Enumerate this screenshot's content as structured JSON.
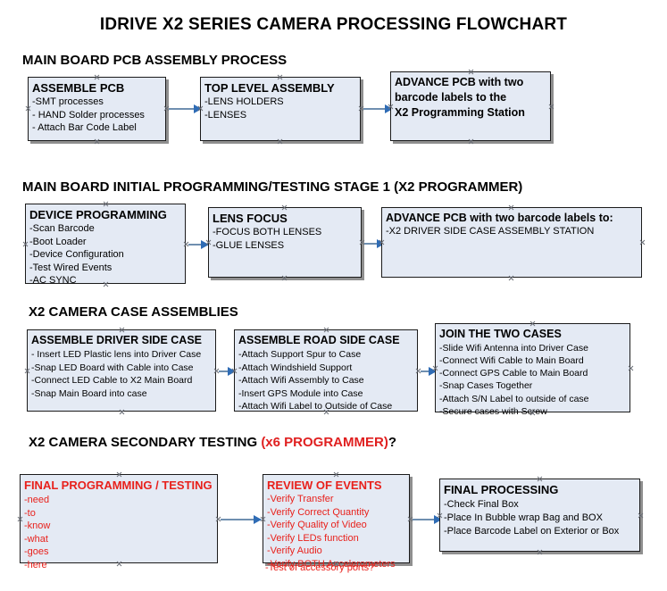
{
  "title": "IDRIVE X2  SERIES CAMERA PROCESSING FLOWCHART",
  "colors": {
    "box_fill": "#e4eaf4",
    "box_border": "#1b1b1b",
    "arrow": "#2f6cb5",
    "red_text": "#e8211c",
    "shadow": "#8f8f8f"
  },
  "sections": [
    {
      "heading": "MAIN BOARD PCB ASSEMBLY PROCESS",
      "heading_red": "",
      "heading_tail": "",
      "boxes": [
        {
          "title": "ASSEMBLE PCB",
          "lines": [
            "-SMT processes",
            "- HAND Solder processes",
            "- Attach Bar Code Label"
          ]
        },
        {
          "title": "TOP LEVEL ASSEMBLY",
          "lines": [
            "-LENS HOLDERS",
            "-LENSES"
          ]
        },
        {
          "title": "ADVANCE PCB with two",
          "lines": [
            "barcode labels to the",
            " X2 Programming Station"
          ]
        }
      ]
    },
    {
      "heading": "MAIN BOARD INITIAL PROGRAMMING/TESTING STAGE 1 (X2 PROGRAMMER)",
      "heading_red": "",
      "heading_tail": "",
      "boxes": [
        {
          "title": "DEVICE PROGRAMMING",
          "lines": [
            "-Scan Barcode",
            "-Boot Loader",
            "-Device Configuration",
            "-Test Wired Events",
            "-AC SYNC"
          ]
        },
        {
          "title": "LENS FOCUS",
          "lines": [
            "-FOCUS BOTH LENSES",
            "-GLUE LENSES"
          ]
        },
        {
          "title": "ADVANCE PCB with two barcode labels to:",
          "lines": [
            "-X2 DRIVER  SIDE  CASE  ASSEMBLY STATION"
          ]
        }
      ]
    },
    {
      "heading": "X2 CAMERA CASE ASSEMBLIES",
      "heading_red": "",
      "heading_tail": "",
      "boxes": [
        {
          "title": "ASSEMBLE DRIVER SIDE CASE",
          "lines": [
            "- Insert LED Plastic lens into Driver Case",
            "-Snap LED Board with Cable into Case",
            "-Connect LED Cable to X2 Main Board",
            "-Snap Main Board into case"
          ]
        },
        {
          "title": "ASSEMBLE ROAD SIDE CASE",
          "lines": [
            "-Attach Support Spur to Case",
            "-Attach Windshield Support",
            "-Attach Wifi Assembly to Case",
            "-Insert GPS Module into Case",
            "-Attach Wifi Label to Outside of Case"
          ]
        },
        {
          "title": "JOIN THE TWO CASES",
          "lines": [
            "-Slide Wifi Antenna into Driver Case",
            "-Connect Wifi Cable to Main Board",
            "-Connect GPS Cable to Main Board",
            "-Snap Cases Together",
            "-Attach S/N Label to outside of case",
            "-Secure cases with Screw"
          ]
        }
      ]
    },
    {
      "heading": "X2 CAMERA SECONDARY TESTING ",
      "heading_red": "(x6 PROGRAMMER)",
      "heading_tail": "?",
      "boxes": [
        {
          "title": "FINAL PROGRAMMING / TESTING",
          "lines": [
            "-need",
            "-to",
            "-know",
            "-what",
            "-goes",
            "-here"
          ]
        },
        {
          "title": "REVIEW OF EVENTS",
          "lines": [
            "-Verify Transfer",
            "-Verify Correct Quantity",
            "-Verify Quality of Video",
            "-Verify LEDs function",
            "-Verify Audio",
            "-Verify BOTH Accelerometers"
          ],
          "overflow_line": "-Test of accessory ports?"
        },
        {
          "title": "FINAL PROCESSING",
          "lines": [
            " -Check Final Box",
            "-Place In Bubble wrap Bag and BOX",
            "-Place Barcode Label on Exterior or Box"
          ]
        }
      ]
    }
  ]
}
